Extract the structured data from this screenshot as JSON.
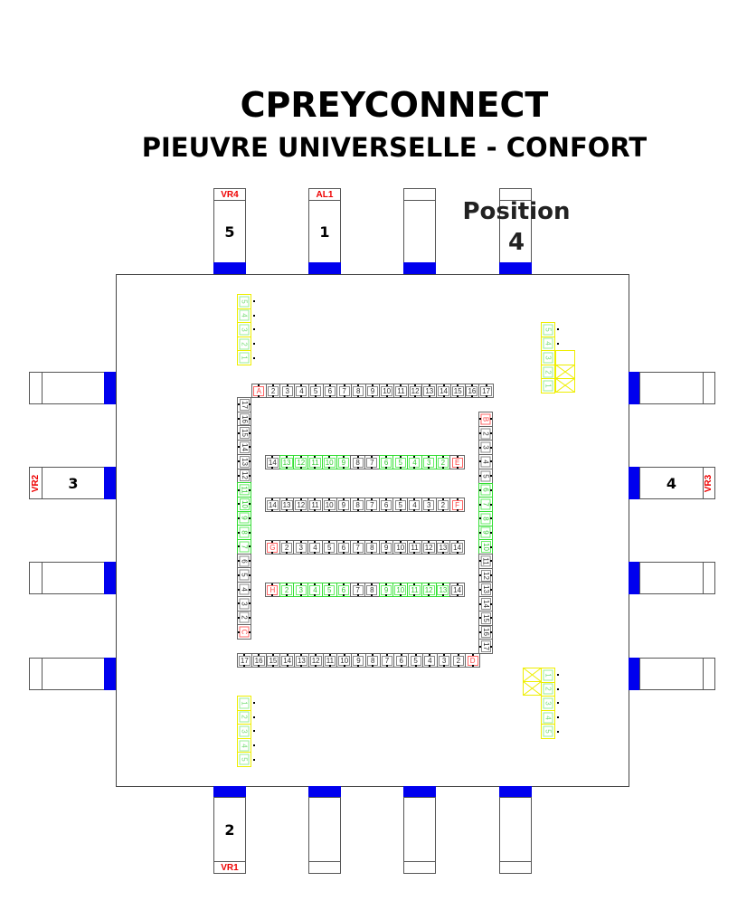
{
  "title": "CPREYCONNECT",
  "subtitle": "PIEUVRE UNIVERSELLE - CONFORT",
  "position_label": "Position",
  "position_value": "4",
  "colors": {
    "connector": "#0000ee",
    "highlight": "#33cc33",
    "marker": "#ee0000",
    "aux": "#eeee00"
  },
  "connectors": {
    "top": [
      {
        "cap": "VR4",
        "num": "5"
      },
      {
        "cap": "AL1",
        "num": "1"
      },
      {
        "cap": "",
        "num": ""
      },
      {
        "cap": "",
        "num": ""
      }
    ],
    "bottom": [
      {
        "cap": "VR1",
        "num": "2"
      },
      {
        "cap": "",
        "num": ""
      },
      {
        "cap": "",
        "num": ""
      },
      {
        "cap": "",
        "num": ""
      }
    ],
    "left": [
      {
        "cap": "",
        "num": ""
      },
      {
        "cap": "VR2",
        "num": "3"
      },
      {
        "cap": "",
        "num": ""
      },
      {
        "cap": "",
        "num": ""
      }
    ],
    "right": [
      {
        "cap": "",
        "num": ""
      },
      {
        "cap": "VR3",
        "num": "4"
      },
      {
        "cap": "",
        "num": ""
      },
      {
        "cap": "",
        "num": ""
      }
    ]
  },
  "rows": [
    {
      "id": "A",
      "labels": [
        "A",
        "2",
        "3",
        "4",
        "5",
        "6",
        "7",
        "8",
        "9",
        "10",
        "11",
        "12",
        "13",
        "14",
        "15",
        "16",
        "17"
      ],
      "green": []
    },
    {
      "id": "E",
      "labels": [
        "14",
        "13",
        "12",
        "11",
        "10",
        "9",
        "8",
        "7",
        "6",
        "5",
        "4",
        "3",
        "2",
        "E"
      ],
      "green": [
        "13",
        "12",
        "11",
        "10",
        "9",
        "6",
        "5",
        "4",
        "3",
        "2"
      ]
    },
    {
      "id": "F",
      "labels": [
        "14",
        "13",
        "12",
        "11",
        "10",
        "9",
        "8",
        "7",
        "6",
        "5",
        "4",
        "3",
        "2",
        "F"
      ],
      "green": []
    },
    {
      "id": "G",
      "labels": [
        "G",
        "2",
        "3",
        "4",
        "5",
        "6",
        "7",
        "8",
        "9",
        "10",
        "11",
        "12",
        "13",
        "14"
      ],
      "green": []
    },
    {
      "id": "H",
      "labels": [
        "H",
        "2",
        "3",
        "4",
        "5",
        "6",
        "7",
        "8",
        "9",
        "10",
        "11",
        "12",
        "13",
        "14"
      ],
      "green": [
        "2",
        "3",
        "4",
        "5",
        "6",
        "9",
        "10",
        "11",
        "12",
        "13"
      ]
    },
    {
      "id": "D",
      "labels": [
        "17",
        "16",
        "15",
        "14",
        "13",
        "12",
        "11",
        "10",
        "9",
        "8",
        "7",
        "6",
        "5",
        "4",
        "3",
        "2",
        "D"
      ],
      "green": []
    }
  ],
  "columns": [
    {
      "id": "C",
      "labels": [
        "17",
        "16",
        "15",
        "14",
        "13",
        "12",
        "11",
        "10",
        "9",
        "8",
        "7",
        "6",
        "5",
        "4",
        "3",
        "2",
        "C"
      ],
      "green": [
        "11",
        "10",
        "9",
        "8",
        "7"
      ]
    },
    {
      "id": "B",
      "labels": [
        "B",
        "2",
        "3",
        "4",
        "5",
        "6",
        "7",
        "8",
        "9",
        "10",
        "11",
        "12",
        "13",
        "14",
        "15",
        "16",
        "17"
      ],
      "green": [
        "6",
        "7",
        "8",
        "9",
        "10"
      ]
    }
  ],
  "aux": [
    {
      "labels": [
        "5",
        "4",
        "3",
        "2",
        "1"
      ]
    },
    {
      "labels": [
        "1",
        "2",
        "3",
        "4",
        "5"
      ]
    },
    {
      "labels": [
        "5",
        "4",
        "3",
        "2",
        "1"
      ]
    },
    {
      "labels": [
        "1",
        "2",
        "3",
        "4",
        "5"
      ]
    }
  ]
}
